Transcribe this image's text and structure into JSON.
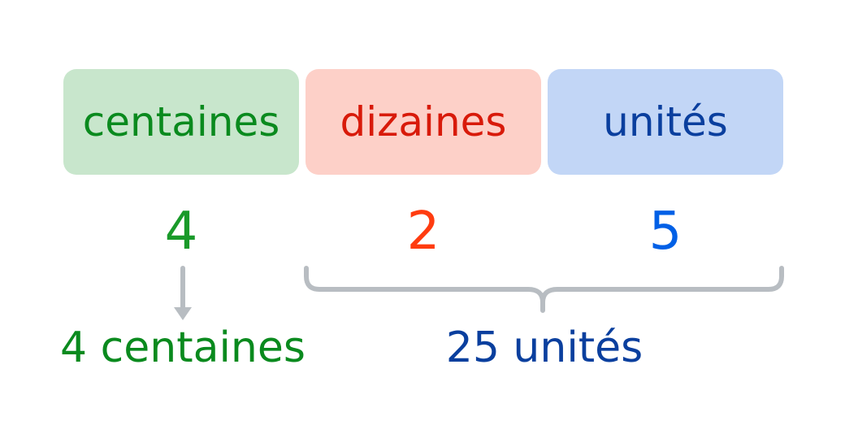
{
  "columns": [
    {
      "label": "centaines",
      "digit": "4",
      "bg": "#c8e6cc",
      "text_color": "#0a8a1e",
      "digit_color": "#1a9a2a"
    },
    {
      "label": "dizaines",
      "digit": "2",
      "bg": "#fdd0c8",
      "text_color": "#d81a0a",
      "digit_color": "#ff3c10"
    },
    {
      "label": "unités",
      "digit": "5",
      "bg": "#c2d6f6",
      "text_color": "#0a3f9e",
      "digit_color": "#0060e6"
    }
  ],
  "results": {
    "left": "4 centaines",
    "right": "25 unités"
  },
  "colors": {
    "connector": "#b8bdc2"
  }
}
